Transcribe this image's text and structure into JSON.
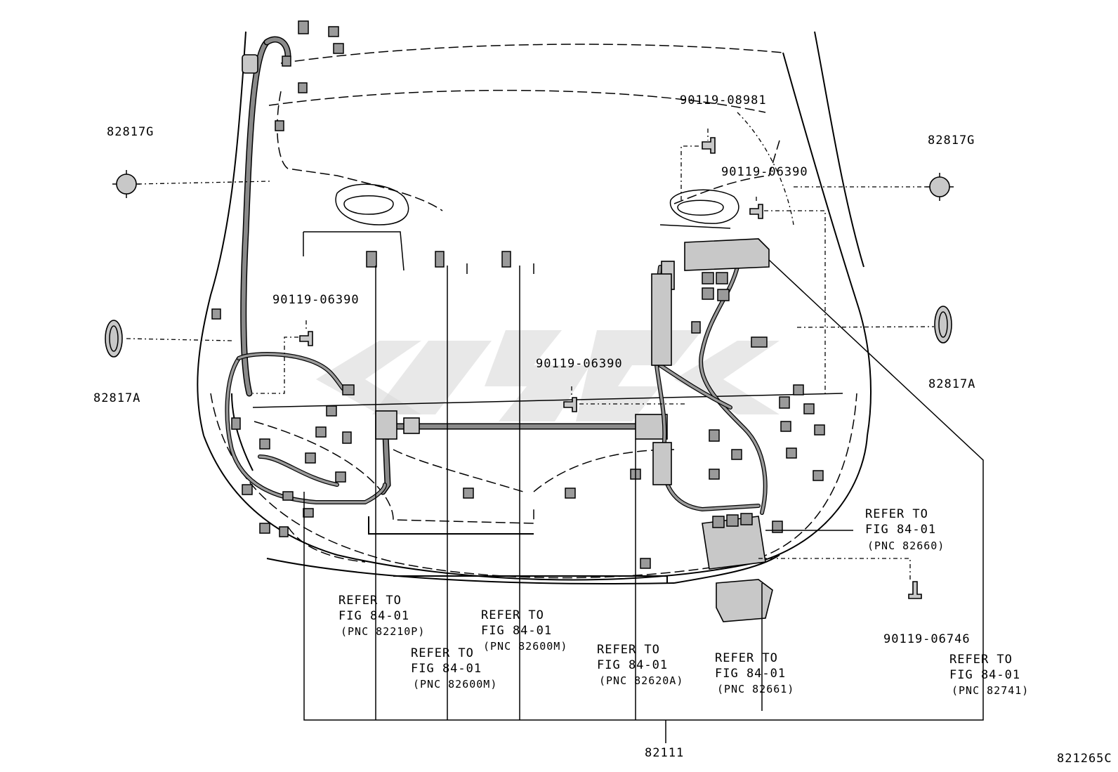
{
  "labels": {
    "grommet_g_left": "82817G",
    "grommet_g_right": "82817G",
    "grommet_a_left": "82817A",
    "grommet_a_right": "82817A",
    "bolt_08981": "90119-08981",
    "bolt_06390_right": "90119-06390",
    "bolt_06390_left": "90119-06390",
    "bolt_06390_center": "90119-06390",
    "bolt_06746": "90119-06746",
    "main_harness": "82111",
    "figure_code": "821265C"
  },
  "refs": {
    "r_82660": {
      "l1": "REFER TO",
      "l2": "FIG 84-01",
      "l3": "(PNC 82660)"
    },
    "r_82210p": {
      "l1": "REFER TO",
      "l2": "FIG 84-01",
      "l3": "(PNC 82210P)"
    },
    "r_82600m_a": {
      "l1": "REFER TO",
      "l2": "FIG 84-01",
      "l3": "(PNC 82600M)"
    },
    "r_82600m_b": {
      "l1": "REFER TO",
      "l2": "FIG 84-01",
      "l3": "(PNC 82600M)"
    },
    "r_82620a": {
      "l1": "REFER TO",
      "l2": "FIG 84-01",
      "l3": "(PNC 82620A)"
    },
    "r_82661": {
      "l1": "REFER TO",
      "l2": "FIG 84-01",
      "l3": "(PNC 82661)"
    },
    "r_82741": {
      "l1": "REFER TO",
      "l2": "FIG 84-01",
      "l3": "(PNC 82741)"
    }
  },
  "icons": {
    "grommet_g": "star-grommet-icon",
    "grommet_a": "oval-grommet-icon",
    "bolt": "flange-bolt-icon",
    "connector": "connector-icon",
    "relay_block": "relay-block-icon",
    "watermark": "watermark-logo"
  }
}
